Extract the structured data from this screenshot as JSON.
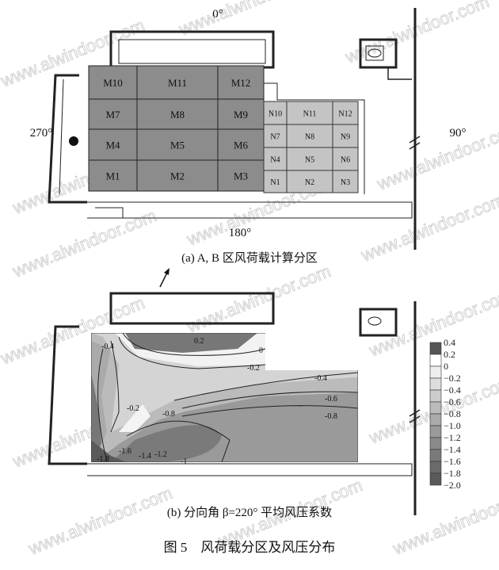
{
  "panel_a": {
    "caption": "(a) A, B 区风荷载计算分区",
    "angles": {
      "top": "0°",
      "left": "270°",
      "right": "90°",
      "bottom": "180°"
    },
    "zones_m": [
      "M10",
      "M11",
      "M12",
      "M7",
      "M8",
      "M9",
      "M4",
      "M5",
      "M6",
      "M1",
      "M2",
      "M3"
    ],
    "zones_n": [
      "N10",
      "N11",
      "N12",
      "N7",
      "N8",
      "N9",
      "N4",
      "N5",
      "N6",
      "N1",
      "N2",
      "N3"
    ]
  },
  "panel_b": {
    "caption": "(b) 分向角 β=220° 平均风压系数",
    "contour_labels": [
      "-0.4",
      "0.2",
      "0",
      "-0.2",
      "-0.4",
      "-0.6",
      "-0.8",
      "-0.2",
      "-0.8",
      "-1.6",
      "-1.8",
      "-1.4",
      "-1.2",
      "-1"
    ],
    "colorbar": {
      "ticks": [
        "0.4",
        "0.2",
        "0",
        "−0.2",
        "−0.4",
        "−0.6",
        "−0.8",
        "−1.0",
        "−1.2",
        "−1.4",
        "−1.6",
        "−1.8",
        "−2.0"
      ],
      "colors": [
        "#555555",
        "#ffffff",
        "#eeeeee",
        "#dddddd",
        "#cccccc",
        "#bbbbbb",
        "#aaaaaa",
        "#9a9a9a",
        "#8a8a8a",
        "#7a7a7a",
        "#6a6a6a",
        "#5a5a5a"
      ]
    }
  },
  "figure_caption": "图 5　风荷载分区及风压分布",
  "watermark": "www.alwindoor.com"
}
